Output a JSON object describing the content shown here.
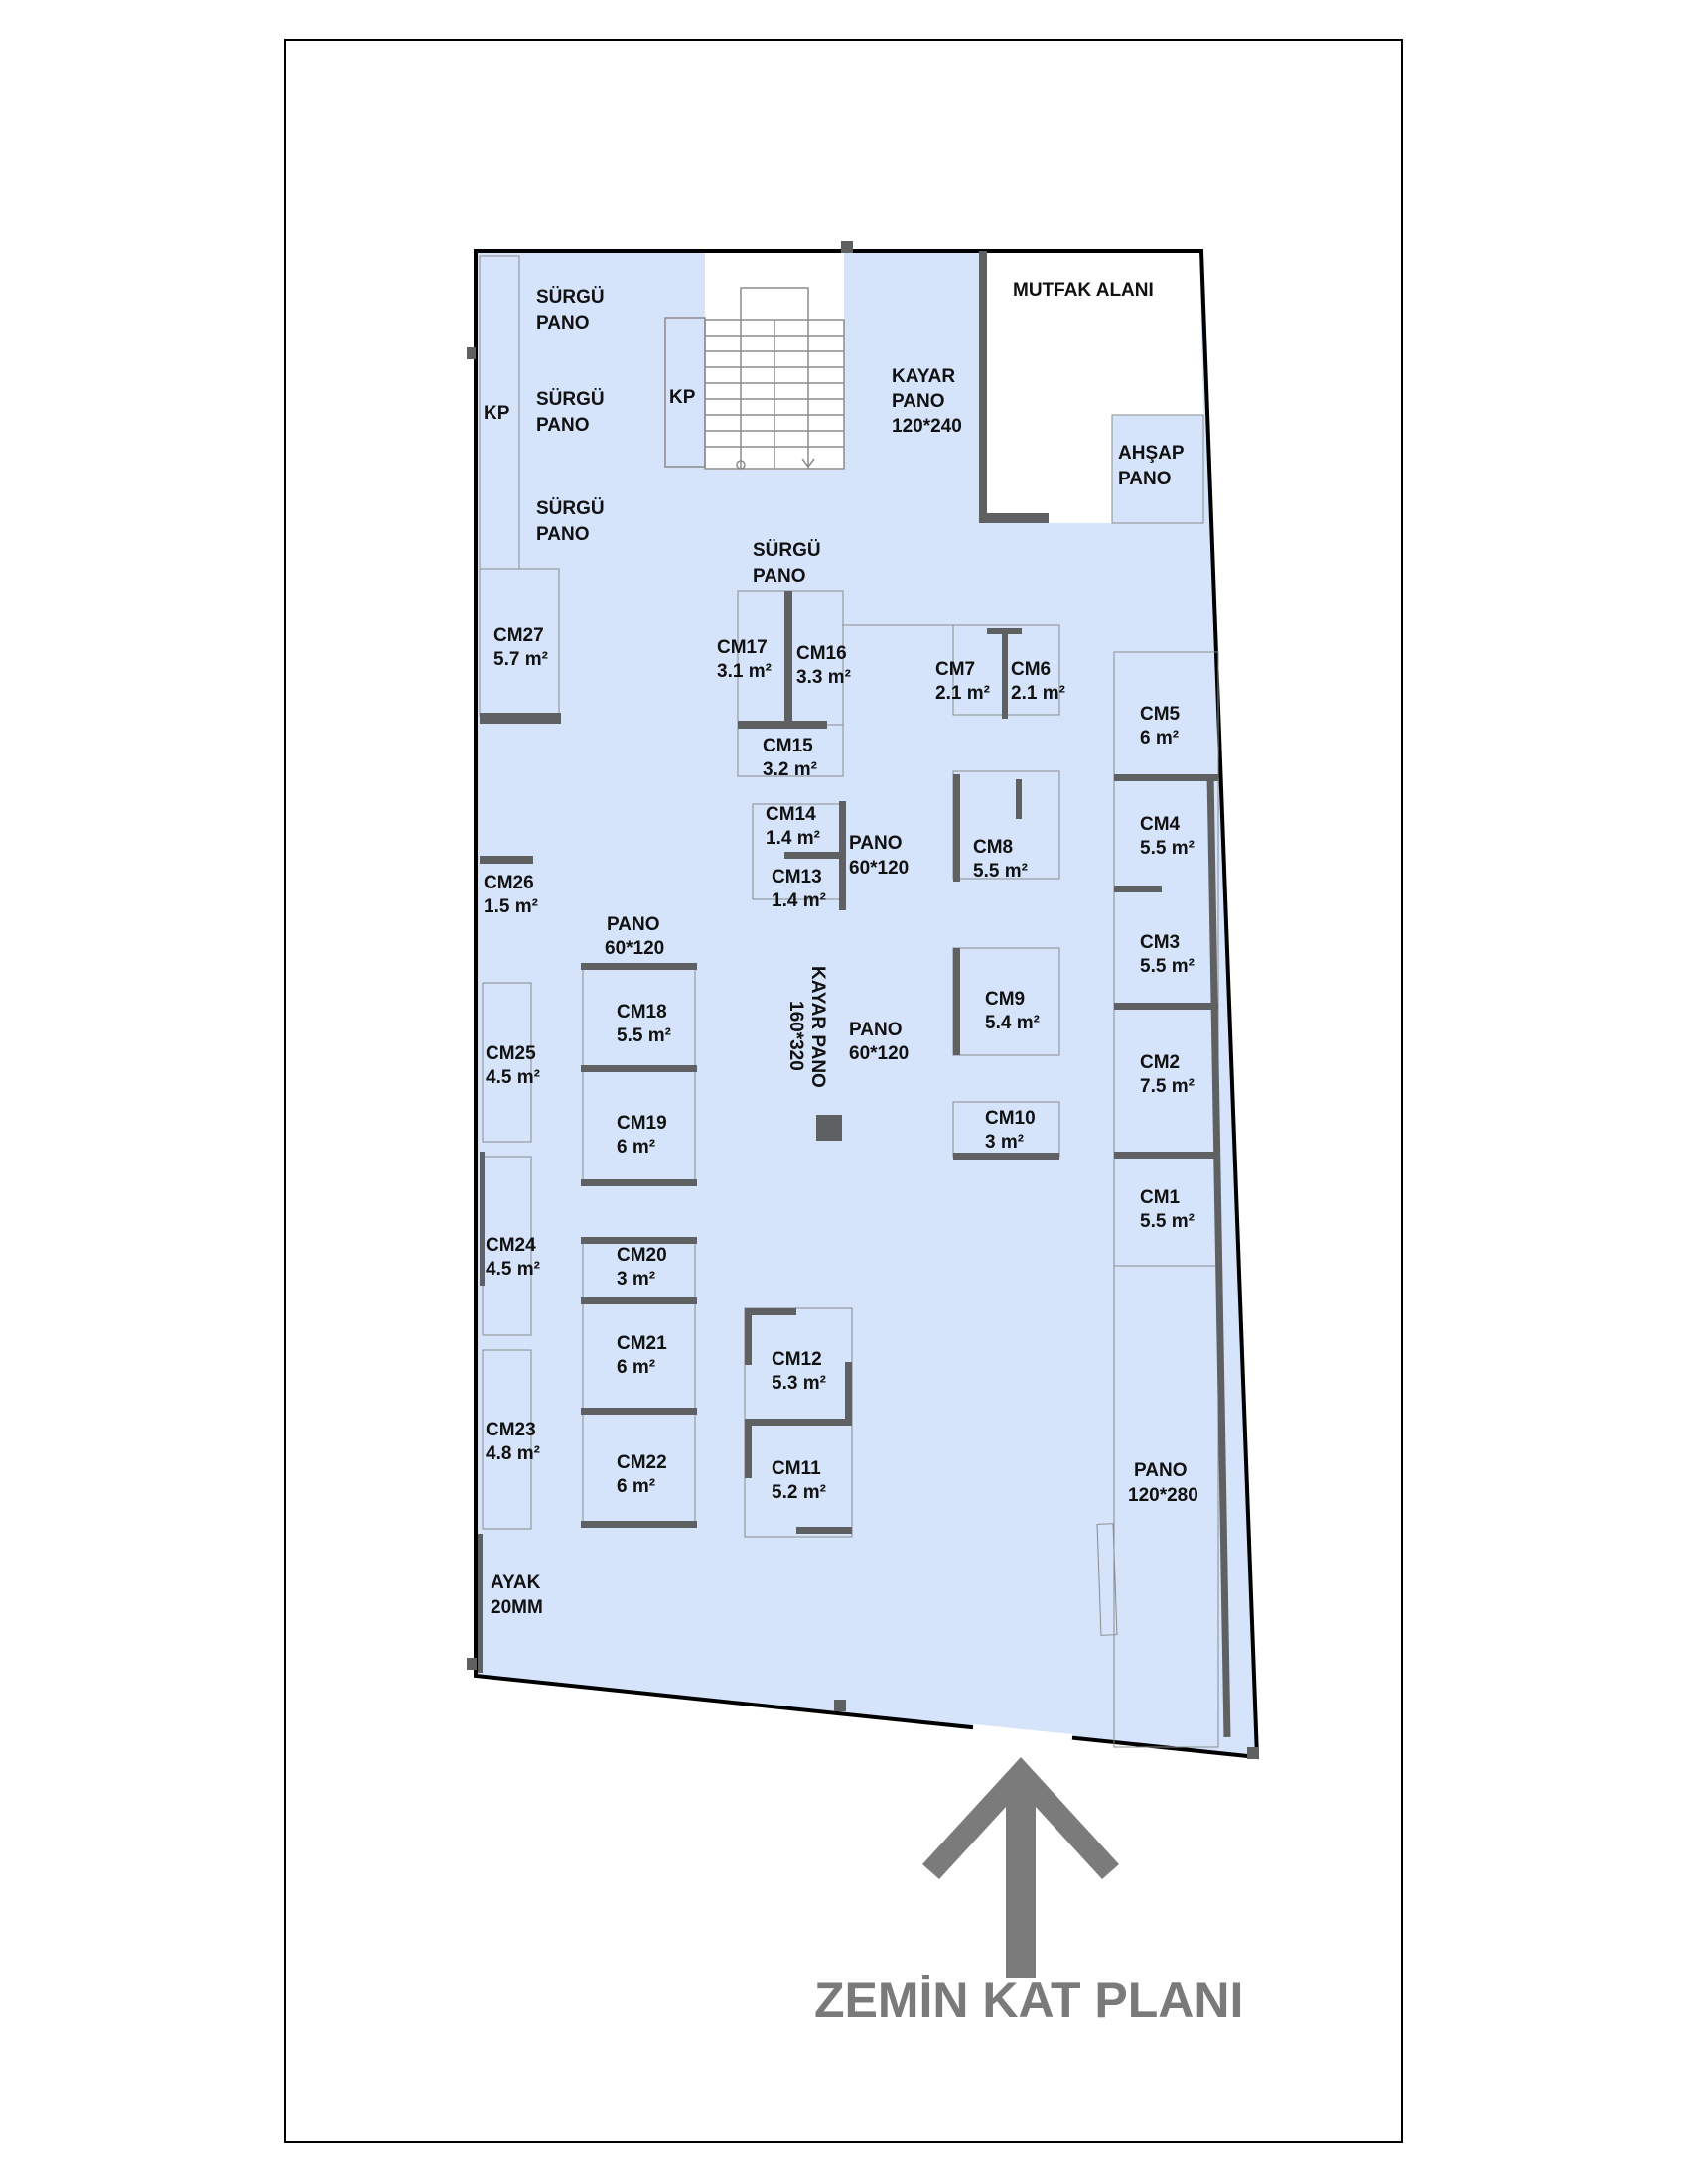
{
  "title": "ZEMİN KAT PLANI",
  "colors": {
    "floor_fill": "#d5e4fb",
    "wall": "#5f6062",
    "line": "#8b8b8b",
    "arrow": "#7b7b7b",
    "frame": "#000000"
  },
  "areas": {
    "kitchen": "MUTFAK ALANI",
    "wood_panel": [
      "AHŞAP",
      "PANO"
    ],
    "sliding_panel_top": [
      "KAYAR",
      "PANO",
      "120*240"
    ],
    "kp_left": "KP",
    "kp_stair": "KP",
    "surgu_1": [
      "SÜRGÜ",
      "PANO"
    ],
    "surgu_2": [
      "SÜRGÜ",
      "PANO"
    ],
    "surgu_3": [
      "SÜRGÜ",
      "PANO"
    ],
    "surgu_center": [
      "SÜRGÜ",
      "PANO"
    ],
    "pano_center_1": [
      "PANO",
      "60*120"
    ],
    "pano_center_2": [
      "PANO",
      "60*120"
    ],
    "pano_left": [
      "PANO",
      "60*120"
    ],
    "kayar_vertical": [
      "KAYAR PANO",
      "160*320"
    ],
    "pano_right": [
      "PANO",
      "120*280"
    ],
    "ayak": [
      "AYAK",
      "20MM"
    ]
  },
  "stands": [
    {
      "id": "CM1",
      "name": "CM1",
      "area": "5.5 m²"
    },
    {
      "id": "CM2",
      "name": "CM2",
      "area": "7.5 m²"
    },
    {
      "id": "CM3",
      "name": "CM3",
      "area": "5.5 m²"
    },
    {
      "id": "CM4",
      "name": "CM4",
      "area": "5.5 m²"
    },
    {
      "id": "CM5",
      "name": "CM5",
      "area": "6 m²"
    },
    {
      "id": "CM6",
      "name": "CM6",
      "area": "2.1 m²"
    },
    {
      "id": "CM7",
      "name": "CM7",
      "area": "2.1 m²"
    },
    {
      "id": "CM8",
      "name": "CM8",
      "area": "5.5 m²"
    },
    {
      "id": "CM9",
      "name": "CM9",
      "area": "5.4 m²"
    },
    {
      "id": "CM10",
      "name": "CM10",
      "area": "3 m²"
    },
    {
      "id": "CM11",
      "name": "CM11",
      "area": "5.2 m²"
    },
    {
      "id": "CM12",
      "name": "CM12",
      "area": "5.3 m²"
    },
    {
      "id": "CM13",
      "name": "CM13",
      "area": "1.4 m²"
    },
    {
      "id": "CM14",
      "name": "CM14",
      "area": "1.4 m²"
    },
    {
      "id": "CM15",
      "name": "CM15",
      "area": "3.2 m²"
    },
    {
      "id": "CM16",
      "name": "CM16",
      "area": "3.3 m²"
    },
    {
      "id": "CM17",
      "name": "CM17",
      "area": "3.1 m²"
    },
    {
      "id": "CM18",
      "name": "CM18",
      "area": "5.5 m²"
    },
    {
      "id": "CM19",
      "name": "CM19",
      "area": "6 m²"
    },
    {
      "id": "CM20",
      "name": "CM20",
      "area": "3 m²"
    },
    {
      "id": "CM21",
      "name": "CM21",
      "area": "6 m²"
    },
    {
      "id": "CM22",
      "name": "CM22",
      "area": "6 m²"
    },
    {
      "id": "CM23",
      "name": "CM23",
      "area": "4.8 m²"
    },
    {
      "id": "CM24",
      "name": "CM24",
      "area": "4.5 m²"
    },
    {
      "id": "CM25",
      "name": "CM25",
      "area": "4.5 m²"
    },
    {
      "id": "CM26",
      "name": "CM26",
      "area": "1.5 m²"
    },
    {
      "id": "CM27",
      "name": "CM27",
      "area": "5.7 m²"
    }
  ]
}
